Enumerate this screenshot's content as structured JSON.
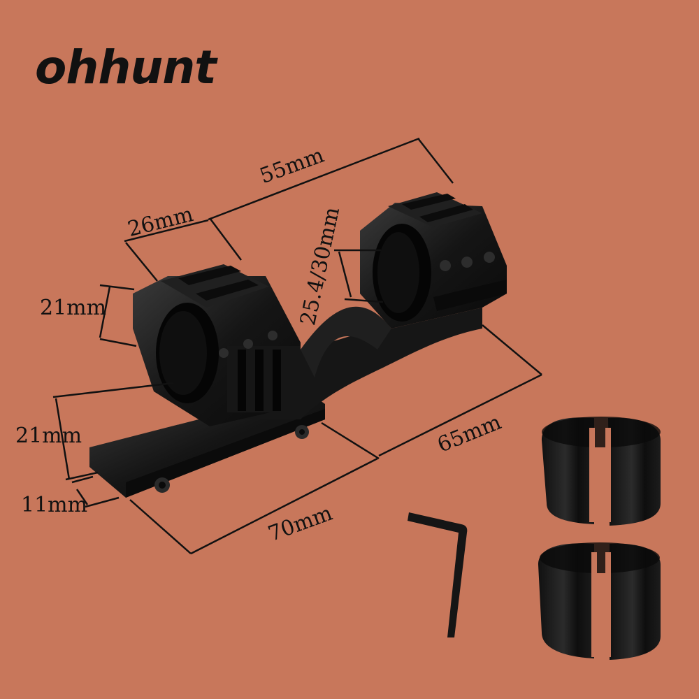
{
  "brand": {
    "name": "ohhunt"
  },
  "dimensions": {
    "overall_span": "55mm",
    "ring_width": "26mm",
    "ring_diameter": "25.4/30mm",
    "ring_height": "21mm",
    "base_height": "21mm",
    "rail_thickness": "11mm",
    "offset": "65mm",
    "base_length": "70mm"
  },
  "colors": {
    "background": "#c8775b",
    "metal": "#141414",
    "line": "#111111"
  }
}
